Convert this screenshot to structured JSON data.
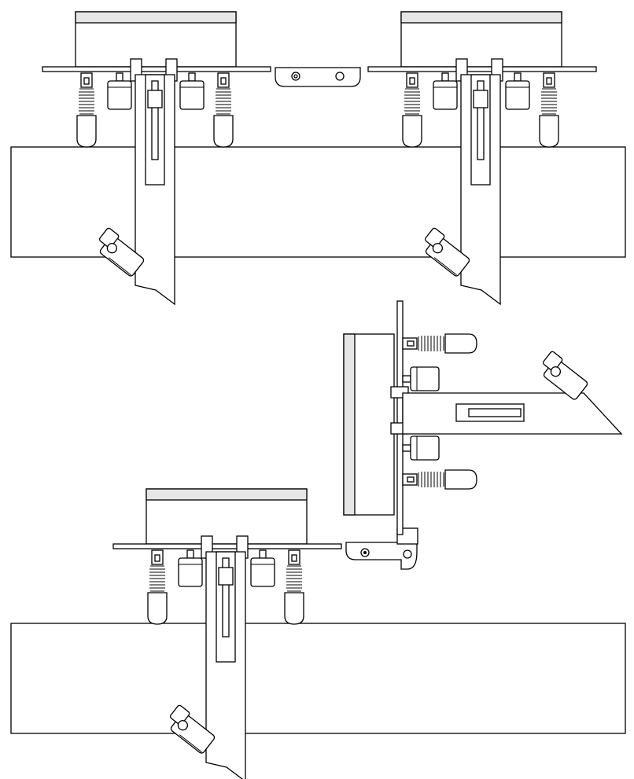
{
  "drawing": {
    "views": [
      "top-left-assembly",
      "top-right-assembly",
      "bottom-assembly",
      "side-view-assembly"
    ],
    "colors": {
      "line": "#000000",
      "background": "#ffffff",
      "cap": "#e6e6e6"
    }
  }
}
